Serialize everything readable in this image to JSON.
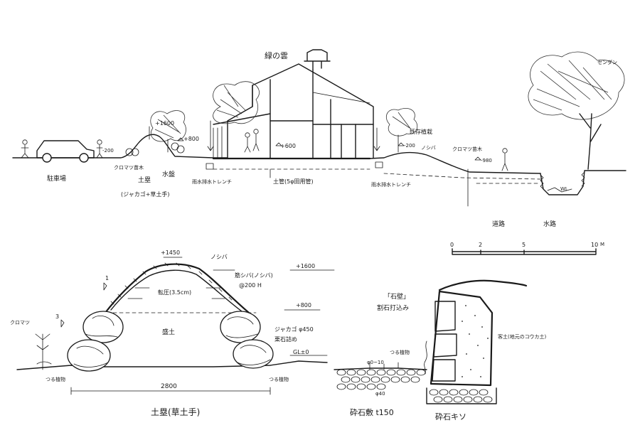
{
  "section": {
    "house_label": "緑の雲",
    "level_600": "+600",
    "level_1600": "+1600",
    "level_800": "+800",
    "level_m200": "-200",
    "level_m200b": "-200",
    "level_m980": "-980",
    "parking": "駐車場",
    "mound": "土塁",
    "mound_sub": "(ジャカゴ+草土手)",
    "kuromatsu_left": "クロマツ苗木",
    "water_basin": "水盤",
    "drain_trench_left": "雨水排水トレンチ",
    "earthen_pipe": "土管(5φ田用管)",
    "drain_trench_right": "雨水排水トレンチ",
    "existing_planting": "既存植栽",
    "noshiba": "ノシバ",
    "kuromatsu_right": "クロマツ苗木",
    "sendan": "センダン",
    "wl": "WL",
    "road": "道路",
    "waterway": "水路"
  },
  "scale": {
    "ticks": [
      "0",
      "2",
      "5",
      "10"
    ],
    "unit": "M"
  },
  "detail_mound": {
    "top_level": "+1450",
    "noshiba": "ノシバ",
    "level_1600": "+1600",
    "level_800": "+800",
    "note_num": "1",
    "rolling": "転圧(3.5cm)",
    "mesh_shiba": "筋シバ(ノシバ)",
    "mesh_pitch": "@200 H",
    "core": "盛土",
    "jakago": "ジャカゴ φ450",
    "rubble": "栗石詰め",
    "gl": "GL±0",
    "kuromatsu": "クロマツ",
    "side_num": "3",
    "vine_left": "つる植物",
    "vine_right": "つる植物",
    "width": "2800",
    "title": "土塁(草土手)"
  },
  "detail_wall": {
    "title_line1": "「石壁」",
    "title_line2": "割石打込み",
    "backfill": "客土(地元のコウカ土)",
    "vine": "つる植物",
    "dim_top": "φ0~10",
    "dim_bottom": "φ40",
    "gravel": "砕石敷 t150",
    "footing": "砕石キソ"
  }
}
